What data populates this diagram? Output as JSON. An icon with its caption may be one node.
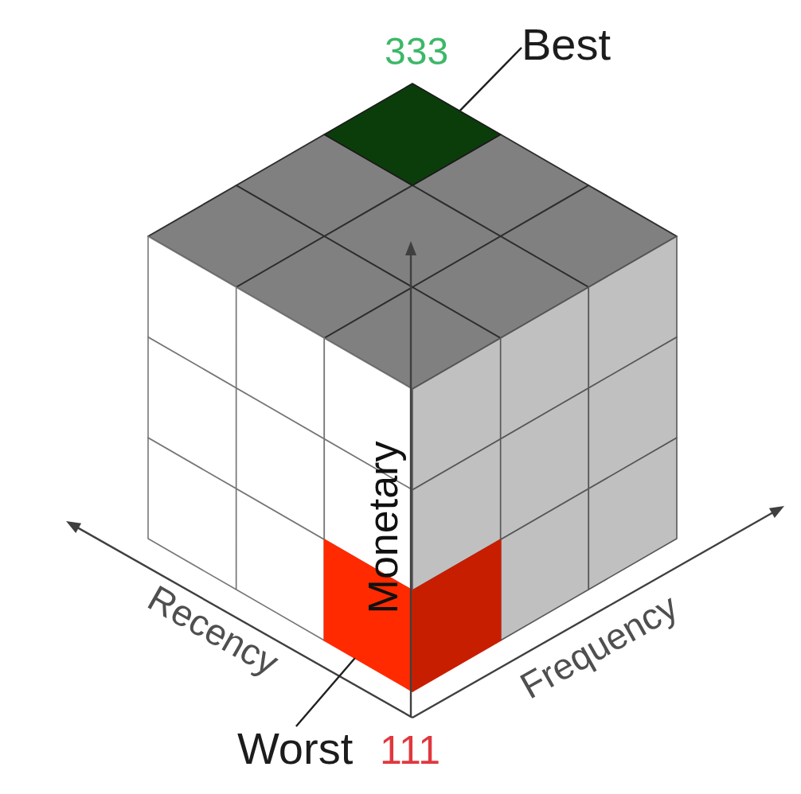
{
  "diagram": {
    "nodes": [
      {
        "text": [
          "Best"
        ]
      },
      {
        "text": [],
        "shape": "diamond",
        "beside": [
          "333"
        ]
      },
      {
        "text": [],
        "shape": "box"
      },
      {
        "text": [
          "Worst"
        ],
        "beside": [
          "111"
        ]
      }
    ],
    "edges": [
      {
        "from": 0,
        "to": 1,
        "arrow": "none"
      },
      {
        "from": 3,
        "to": 2,
        "arrow": "none"
      }
    ],
    "labels": [
      "Monetary",
      "Recency",
      "Frequency"
    ]
  }
}
